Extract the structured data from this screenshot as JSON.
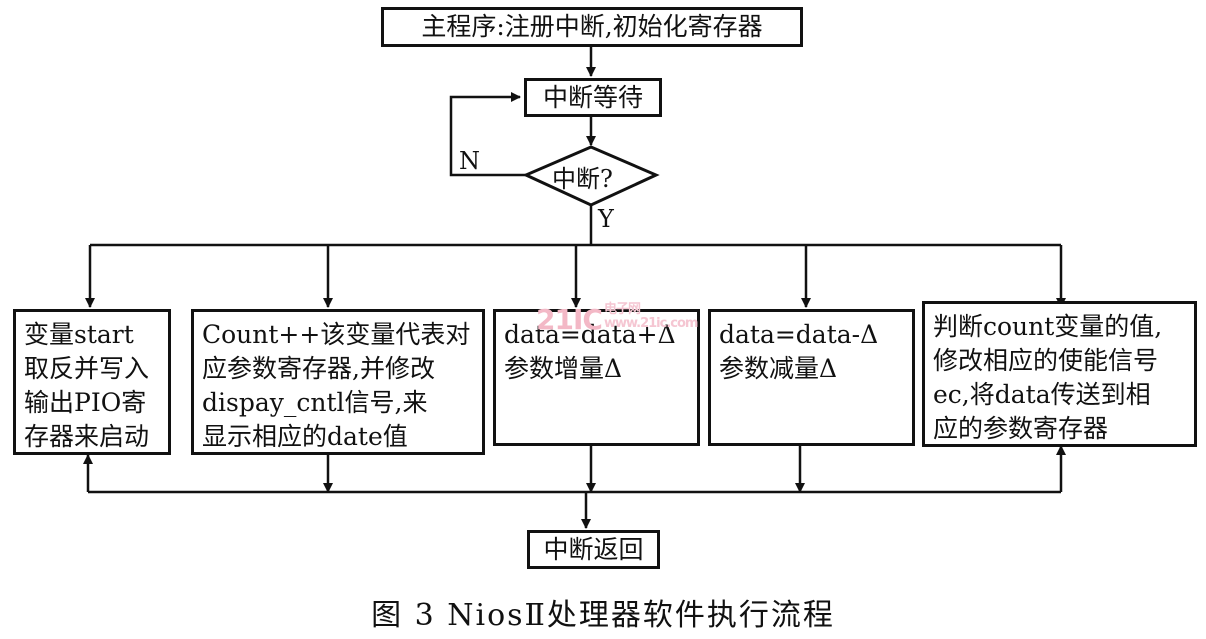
{
  "start_box": "主程序:注册中断,初始化寄存器",
  "wait_box": "中断等待",
  "decision": "中断?",
  "no_label": "N",
  "yes_label": "Y",
  "branches": [
    {
      "lines": [
        "变量start",
        "取反并写入",
        "输出PIO寄",
        "存器来启动"
      ]
    },
    {
      "lines": [
        "Count++该变量代表对",
        "应参数寄存器,并修改",
        "dispay_cntl信号,来",
        "显示相应的date值"
      ]
    },
    {
      "lines": [
        "data=data+Δ",
        "参数增量Δ"
      ]
    },
    {
      "lines": [
        "data=data-Δ",
        "参数减量Δ"
      ]
    },
    {
      "lines": [
        "判断count变量的值,",
        "修改相应的使能信号",
        "ec,将data传送到相",
        "应的参数寄存器"
      ]
    }
  ],
  "return_box": "中断返回",
  "caption": "图 3  NiosⅡ处理器软件执行流程",
  "watermark": {
    "main": "21IC",
    "sub_top": "电子网",
    "sub_bottom": "www.21ic.com"
  }
}
